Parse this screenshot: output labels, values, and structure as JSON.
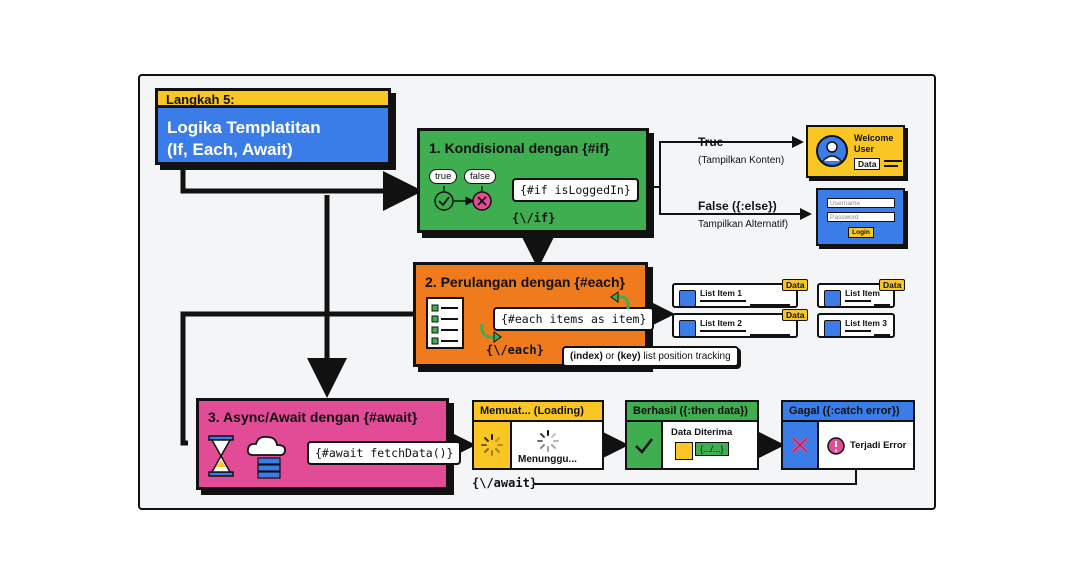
{
  "header": {
    "step_label": "Langkah 5:",
    "title_line1": "Logika Templatitan",
    "title_line2": "(If, Each, Await)"
  },
  "conditional": {
    "title": "1. Kondisional dengan {#if}",
    "true_label": "true",
    "false_label": "false",
    "code_open": "{#if isLoggedIn}",
    "code_close": "{\\/if}",
    "branch_true": {
      "label": "True",
      "sub": "(Tampilkan Konten)"
    },
    "branch_false": {
      "label": "False ({:else})",
      "sub": "Tampilkan Alternatif)"
    },
    "welcome_card": {
      "line1": "Welcome",
      "line2": "User",
      "data_tag": "Data"
    },
    "login_card": {
      "username_placeholder": "Username",
      "password_placeholder": "Password",
      "button": "Login"
    }
  },
  "loop": {
    "title": "2. Perulangan dengan {#each}",
    "code_open": "{#each items as item}",
    "code_close": "{\\/each}",
    "note_index": "(index)",
    "note_or": " or ",
    "note_key": "(key)",
    "note_rest": " list position tracking",
    "items": [
      {
        "label": "List Item 1",
        "tag": "Data"
      },
      {
        "label": "List Item 2",
        "tag": "Data"
      },
      {
        "label": "List Item",
        "tag": "Data"
      },
      {
        "label": "List Item 3",
        "tag": ""
      }
    ]
  },
  "await": {
    "title": "3. Async/Await dengan {#await}",
    "code_open": "{#await fetchData()}",
    "code_close": "{\\/await}",
    "loading": {
      "title": "Memuat... (Loading)",
      "text": "Menunggu..."
    },
    "then": {
      "title": "Berhasil ({:then data})",
      "text": "Data Diterima",
      "value": "{.../...}"
    },
    "catch": {
      "title": "Gagal ({:catch error})",
      "text": "Terjadi Error"
    }
  },
  "colors": {
    "green": "#3fae50",
    "orange": "#f07b1c",
    "pink": "#e24b96",
    "blue": "#3b7de8",
    "yellow": "#f9c623"
  }
}
